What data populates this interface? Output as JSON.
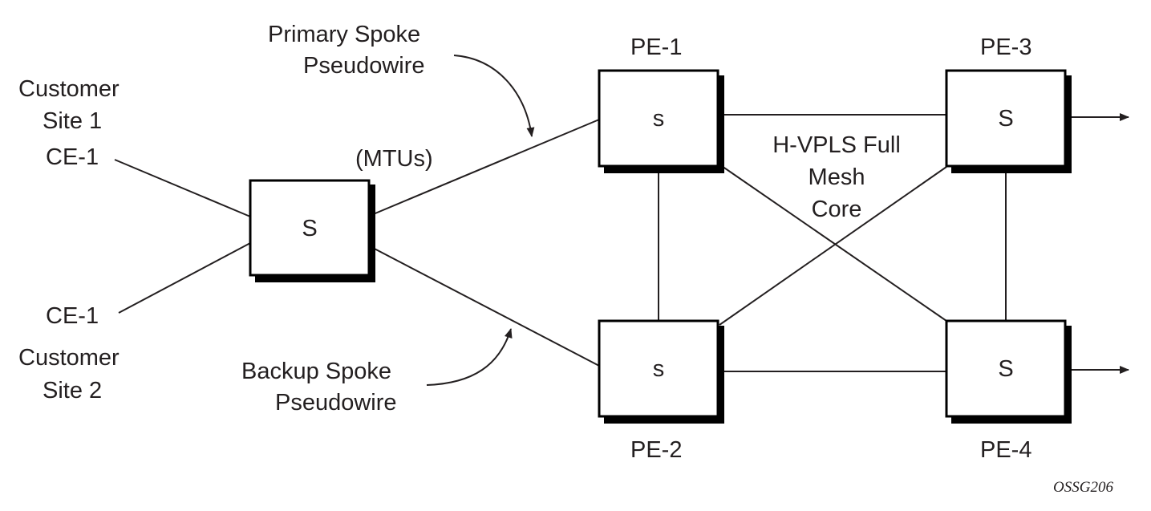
{
  "labels": {
    "customer_site_1_line1": "Customer",
    "customer_site_1_line2": "Site 1",
    "ce_top": "CE-1",
    "ce_bottom": "CE-1",
    "customer_site_2_line1": "Customer",
    "customer_site_2_line2": "Site 2",
    "primary_spoke_line1": "Primary Spoke",
    "primary_spoke_line2": "Pseudowire",
    "backup_spoke_line1": "Backup Spoke",
    "backup_spoke_line2": "Pseudowire",
    "mtus": "(MTUs)",
    "pe1": "PE-1",
    "pe2": "PE-2",
    "pe3": "PE-3",
    "pe4": "PE-4",
    "core_line1": "H-VPLS Full",
    "core_line2": "Mesh",
    "core_line3": "Core",
    "figure_id": "OSSG206"
  },
  "boxes": {
    "mtu": "S",
    "pe1": "s",
    "pe2": "s",
    "pe3": "S",
    "pe4": "S"
  }
}
